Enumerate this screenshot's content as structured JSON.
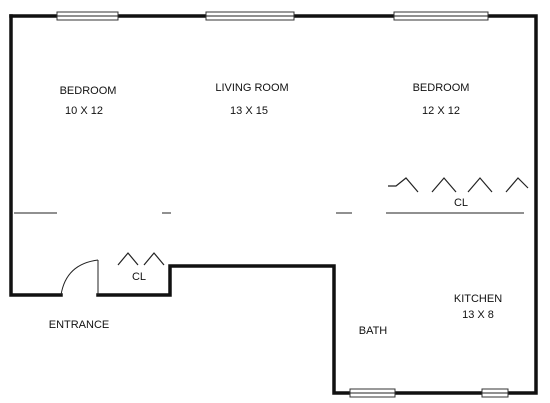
{
  "rooms": {
    "bedroom_left": {
      "name": "BEDROOM",
      "size": "10 X 12"
    },
    "living_room": {
      "name": "LIVING ROOM",
      "size": "13 X 15"
    },
    "bedroom_right": {
      "name": "BEDROOM",
      "size": "12 X 12"
    },
    "kitchen": {
      "name": "KITCHEN",
      "size": "13 X 8"
    },
    "bath": {
      "name": "BATH"
    },
    "entrance": {
      "name": "ENTRANCE"
    }
  },
  "closets": {
    "entrance_closet": "CL",
    "bedroom_closet": "CL"
  }
}
